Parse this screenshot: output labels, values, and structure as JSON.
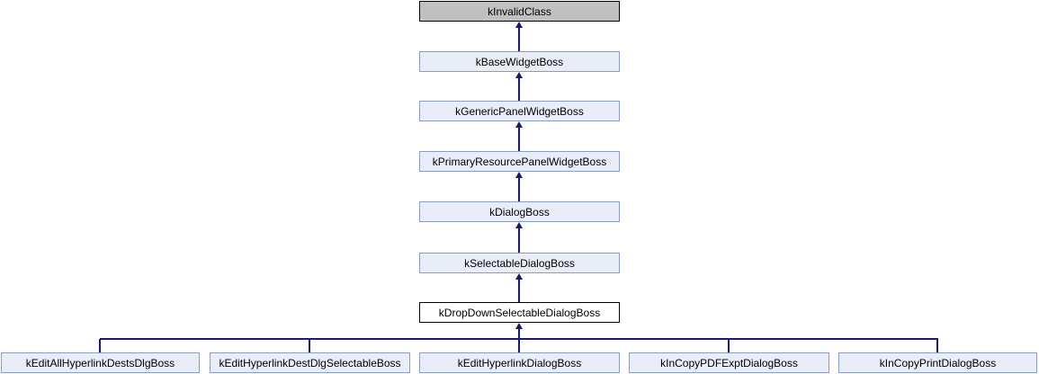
{
  "colors": {
    "background": "#ffffff",
    "text": "#000000",
    "arrow": "#191970",
    "node-fill": "#e8edf7",
    "node-border": "#8a9bc5",
    "inactive-fill": "#c0c0c0",
    "inactive-border": "#000000",
    "current-fill": "#ffffff",
    "current-border": "#000000"
  },
  "diagram": {
    "type": "class-inheritance-graph",
    "chain": [
      {
        "label": "kInvalidClass",
        "style": "inactive"
      },
      {
        "label": "kBaseWidgetBoss",
        "style": "normal"
      },
      {
        "label": "kGenericPanelWidgetBoss",
        "style": "normal"
      },
      {
        "label": "kPrimaryResourcePanelWidgetBoss",
        "style": "normal"
      },
      {
        "label": "kDialogBoss",
        "style": "normal"
      },
      {
        "label": "kSelectableDialogBoss",
        "style": "normal"
      },
      {
        "label": "kDropDownSelectableDialogBoss",
        "style": "current"
      }
    ],
    "children": [
      {
        "label": "kEditAllHyperlinkDestsDlgBoss"
      },
      {
        "label": "kEditHyperlinkDestDlgSelectableBoss"
      },
      {
        "label": "kEditHyperlinkDialogBoss"
      },
      {
        "label": "kInCopyPDFExptDialogBoss"
      },
      {
        "label": "kInCopyPrintDialogBoss"
      }
    ]
  }
}
